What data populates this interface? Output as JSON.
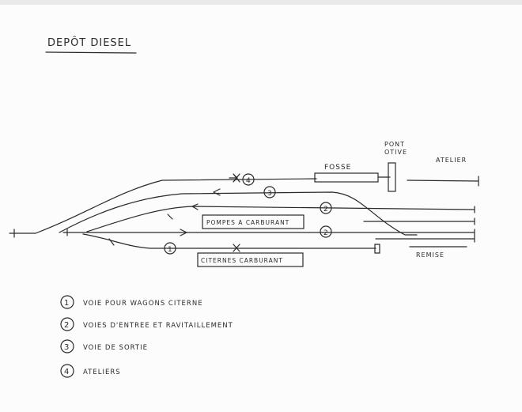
{
  "title": "DEPÔT DIESEL",
  "labels": {
    "fosse": "FOSSE",
    "pont_line1": "PONT",
    "pont_line2": "OTIVE",
    "atelier": "ATELIER",
    "remise": "REMISE",
    "pompes": "POMPES A CARBURANT",
    "citernes": "CITERNES CARBURANT"
  },
  "track_markers": {
    "m1": "1",
    "m2": "2",
    "m3": "3",
    "m4": "4",
    "m5": "2"
  },
  "legend": [
    {
      "num": "1",
      "text": "VOIE POUR WAGONS CITERNE"
    },
    {
      "num": "2",
      "text": "VOIES D'ENTREE ET RAVITAILLEMENT"
    },
    {
      "num": "3",
      "text": "VOIE DE SORTIE"
    },
    {
      "num": "4",
      "text": "ATELIERS"
    }
  ],
  "colors": {
    "ink": "#2a2a2a",
    "paper": "#fcfcfc"
  }
}
